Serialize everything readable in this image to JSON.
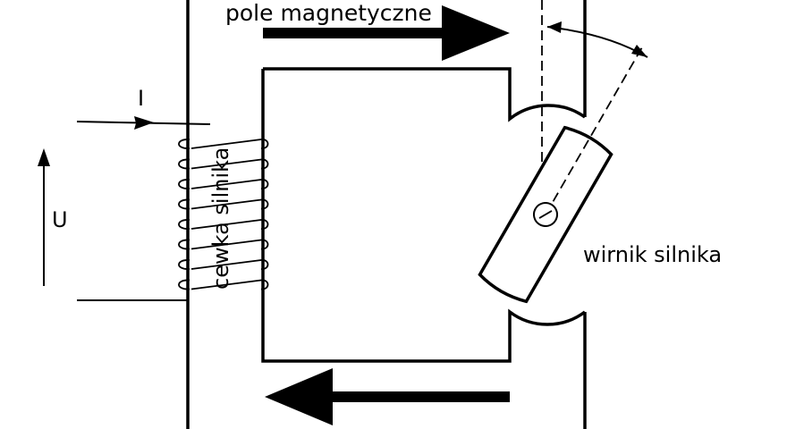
{
  "labels": {
    "magnetic_field": "pole magnetyczne",
    "current": "I",
    "voltage": "U",
    "coil": "cewka silnika",
    "rotor": "wirnik silnika"
  },
  "colors": {
    "stroke": "#000000",
    "background": "#ffffff"
  },
  "diagram": {
    "coil_turns": 8,
    "rotor_tilt_deg": 30
  }
}
